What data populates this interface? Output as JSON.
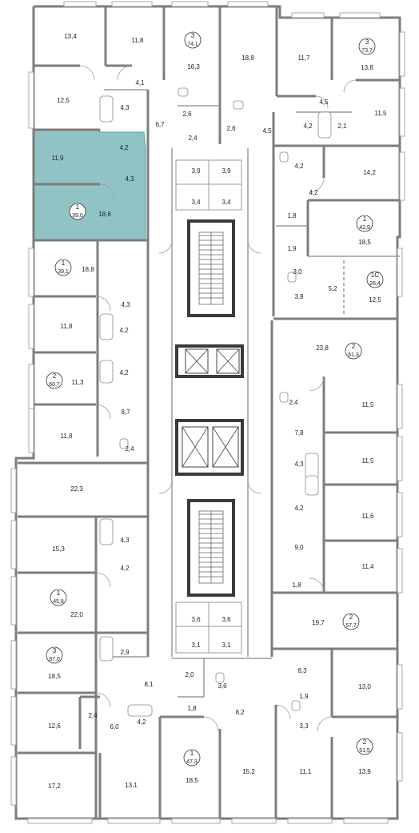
{
  "highlight_color": "#8fc3c4",
  "rooms": [
    {
      "area": "13,4"
    },
    {
      "area": "11,8"
    },
    {
      "area": "16,3"
    },
    {
      "area": "18,8"
    },
    {
      "area": "11,7"
    },
    {
      "area": "13,8"
    },
    {
      "area": "4,1"
    },
    {
      "area": "12,5"
    },
    {
      "area": "4,3"
    },
    {
      "area": "2,6"
    },
    {
      "area": "2,6"
    },
    {
      "area": "6,7"
    },
    {
      "area": "2,4"
    },
    {
      "area": "4,5"
    },
    {
      "area": "4,5"
    },
    {
      "area": "11,5"
    },
    {
      "area": "4,2"
    },
    {
      "area": "2,1"
    },
    {
      "area": "11,9"
    },
    {
      "area": "4,2"
    },
    {
      "area": "4,3"
    },
    {
      "area": "18,6"
    },
    {
      "area": "3,9"
    },
    {
      "area": "3,9"
    },
    {
      "area": "3,4"
    },
    {
      "area": "3,4"
    },
    {
      "area": "4,2"
    },
    {
      "area": "14,2"
    },
    {
      "area": "4,2"
    },
    {
      "area": "1,8"
    },
    {
      "area": "18,5"
    },
    {
      "area": "1,9"
    },
    {
      "area": "18,8"
    },
    {
      "area": "3,0"
    },
    {
      "area": "5,2"
    },
    {
      "area": "3,8"
    },
    {
      "area": "12,5"
    },
    {
      "area": "4,3"
    },
    {
      "area": "11,8"
    },
    {
      "area": "4,2"
    },
    {
      "area": "23,8"
    },
    {
      "area": "4,2"
    },
    {
      "area": "11,3"
    },
    {
      "area": "2,4"
    },
    {
      "area": "11,5"
    },
    {
      "area": "8,7"
    },
    {
      "area": "11,8"
    },
    {
      "area": "2,4"
    },
    {
      "area": "7,8"
    },
    {
      "area": "11,5"
    },
    {
      "area": "22,3"
    },
    {
      "area": "4,3"
    },
    {
      "area": "4,2"
    },
    {
      "area": "11,6"
    },
    {
      "area": "15,3"
    },
    {
      "area": "4,3"
    },
    {
      "area": "4,2"
    },
    {
      "area": "9,0"
    },
    {
      "area": "11,4"
    },
    {
      "area": "1,8"
    },
    {
      "area": "22,0"
    },
    {
      "area": "19,7"
    },
    {
      "area": "3,6"
    },
    {
      "area": "3,6"
    },
    {
      "area": "3,1"
    },
    {
      "area": "3,1"
    },
    {
      "area": "2,9"
    },
    {
      "area": "8,3"
    },
    {
      "area": "18,5"
    },
    {
      "area": "8,1"
    },
    {
      "area": "2,0"
    },
    {
      "area": "3,6"
    },
    {
      "area": "1,9"
    },
    {
      "area": "13,0"
    },
    {
      "area": "12,6"
    },
    {
      "area": "2,4"
    },
    {
      "area": "1,8"
    },
    {
      "area": "8,2"
    },
    {
      "area": "6,0"
    },
    {
      "area": "4,2"
    },
    {
      "area": "3,3"
    },
    {
      "area": "17,2"
    },
    {
      "area": "13,1"
    },
    {
      "area": "18,5"
    },
    {
      "area": "15,2"
    },
    {
      "area": "11,1"
    },
    {
      "area": "13,9"
    }
  ],
  "apartments": [
    {
      "rooms": "3",
      "total": "74,1"
    },
    {
      "rooms": "3",
      "total": "73,7"
    },
    {
      "rooms": "1",
      "total": "39,0"
    },
    {
      "rooms": "1",
      "total": "42,9"
    },
    {
      "rooms": "1",
      "total": "39,1"
    },
    {
      "rooms": "1С",
      "total": "26,4"
    },
    {
      "rooms": "2",
      "total": "61,3"
    },
    {
      "rooms": "2",
      "total": "60,7"
    },
    {
      "rooms": "1",
      "total": "45,8"
    },
    {
      "rooms": "2",
      "total": "57,7"
    },
    {
      "rooms": "3",
      "total": "87,0"
    },
    {
      "rooms": "2",
      "total": "51,5"
    },
    {
      "rooms": "1",
      "total": "47,3"
    }
  ]
}
